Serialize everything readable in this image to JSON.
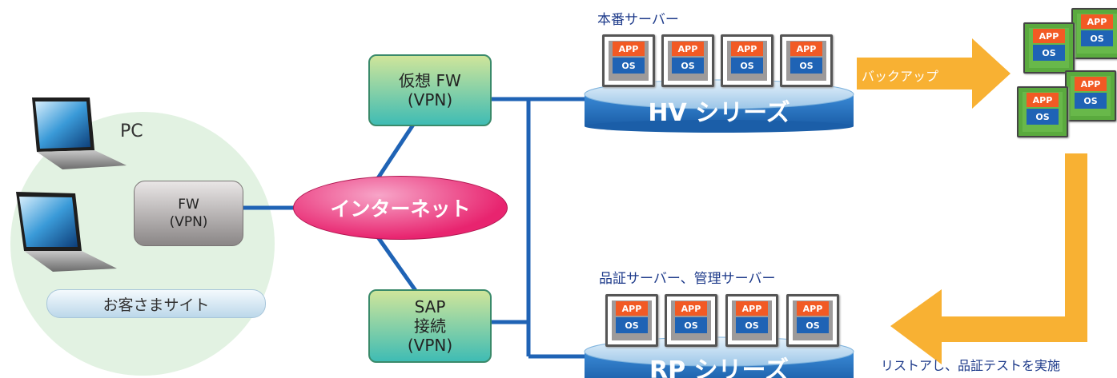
{
  "customer_site": {
    "pc_label": "PC",
    "fw_line1": "FW",
    "fw_line2": "(VPN)",
    "site_label": "お客さまサイト"
  },
  "internet_label": "インターネット",
  "virtual_fw": {
    "line1": "仮想 FW",
    "line2": "(VPN)"
  },
  "sap": {
    "line1": "SAP",
    "line2": "接続",
    "line3": "(VPN)"
  },
  "hv": {
    "caption": "本番サーバー",
    "series_label": "HV シリーズ",
    "servers": [
      {
        "app": "APP",
        "os": "OS"
      },
      {
        "app": "APP",
        "os": "OS"
      },
      {
        "app": "APP",
        "os": "OS"
      },
      {
        "app": "APP",
        "os": "OS"
      }
    ]
  },
  "rp": {
    "caption": "品証サーバー、管理サーバー",
    "series_label": "RP シリーズ",
    "servers": [
      {
        "app": "APP",
        "os": "OS"
      },
      {
        "app": "APP",
        "os": "OS"
      },
      {
        "app": "APP",
        "os": "OS"
      },
      {
        "app": "APP",
        "os": "OS"
      }
    ]
  },
  "backup_label": "バックアップ",
  "restore_label": "リストアし、品証テストを実施",
  "backup_images": [
    {
      "app": "APP",
      "os": "OS"
    },
    {
      "app": "APP",
      "os": "OS"
    },
    {
      "app": "APP",
      "os": "OS"
    },
    {
      "app": "APP",
      "os": "OS"
    }
  ],
  "colors": {
    "line": "#1f63b5",
    "arrow": "#f8b133",
    "app": "#f25a24",
    "os": "#1f63b5",
    "internet": "#e8246f"
  }
}
